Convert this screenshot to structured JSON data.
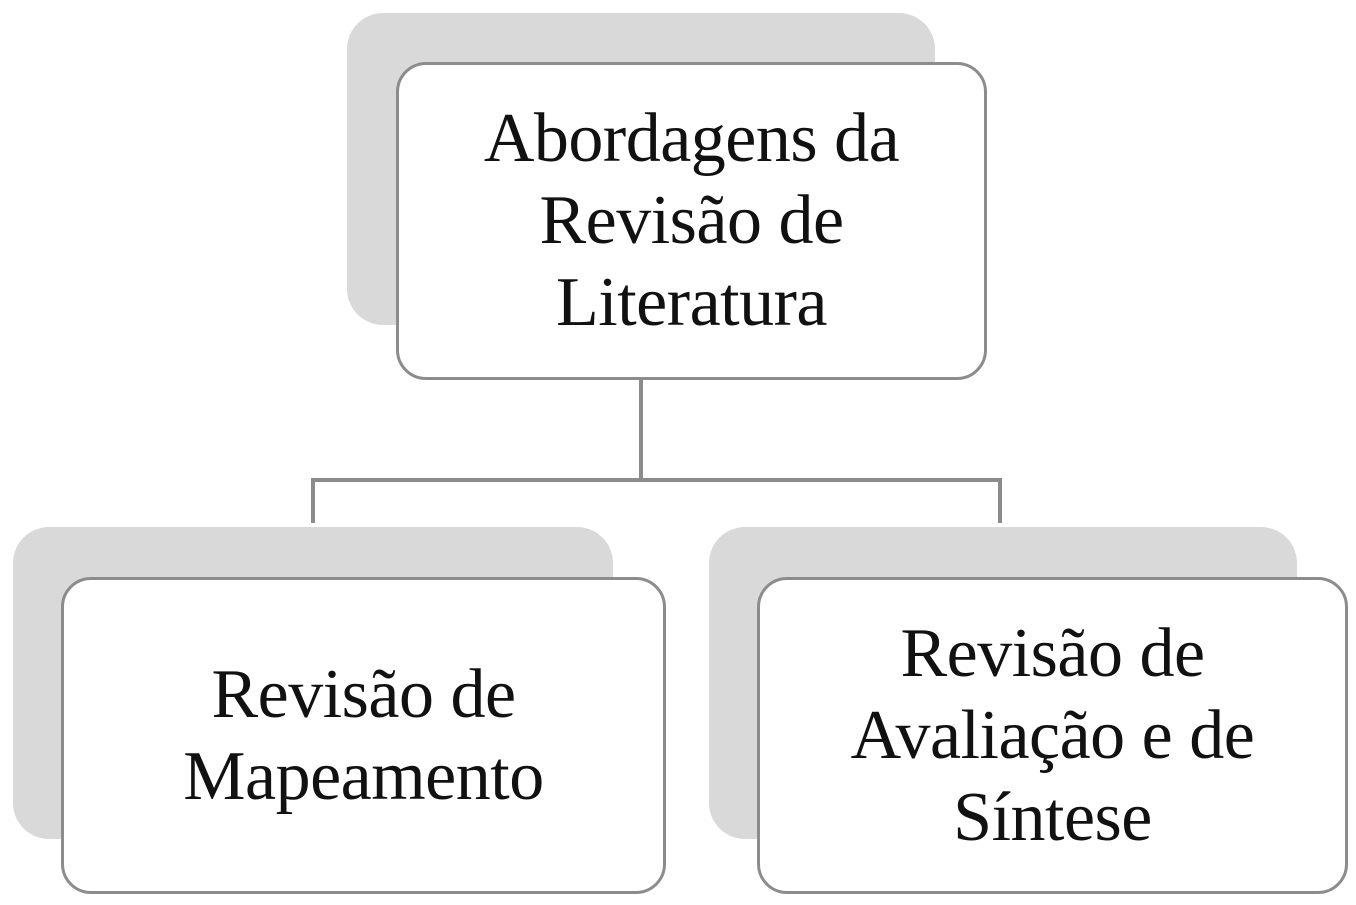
{
  "diagram": {
    "root": {
      "label": "Abordagens da Revisão de Literatura"
    },
    "children": [
      {
        "label": "Revisão de Mapeamento"
      },
      {
        "label": "Revisão de Avaliação e de Síntese"
      }
    ]
  },
  "colors": {
    "box_fill": "#ffffff",
    "box_border": "#8c8c8c",
    "shadow": "#d9d9d9",
    "connector": "#8c8c8c",
    "text": "#111111"
  }
}
